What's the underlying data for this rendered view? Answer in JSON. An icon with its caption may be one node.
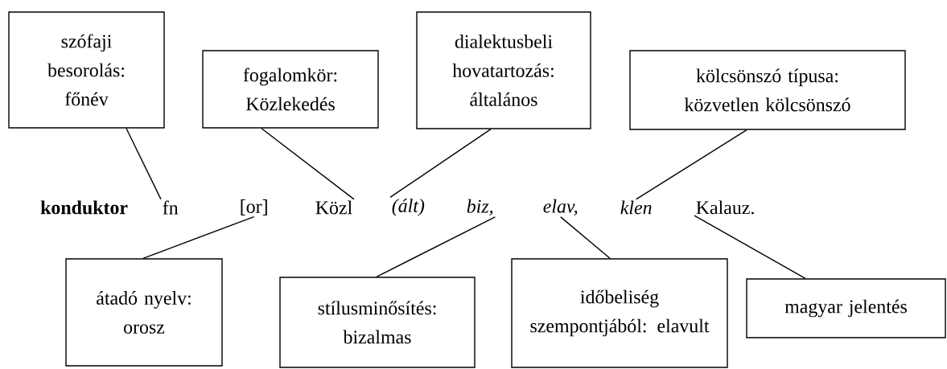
{
  "diagram": {
    "nodes": [
      {
        "text": [
          "szófaji besorolás: főnév"
        ]
      },
      {
        "text": [
          "fogalomkör: Közlekedés"
        ]
      },
      {
        "text": [
          "dialektusbeli hovatartozás: általános"
        ]
      },
      {
        "text": [
          "kölcsönszó típusa: közvetlen kölcsönszó"
        ]
      },
      {
        "text": [
          "fn"
        ]
      },
      {
        "text": [
          "[or]"
        ]
      },
      {
        "text": [
          "Közl"
        ]
      },
      {
        "text": [
          "(ált)"
        ]
      },
      {
        "text": [
          "biz,"
        ]
      },
      {
        "text": [
          "elav,"
        ]
      },
      {
        "text": [
          "klen"
        ]
      },
      {
        "text": [
          "Kalauz."
        ]
      },
      {
        "text": [
          "átadó nyelv: orosz"
        ]
      },
      {
        "text": [
          "stílusminősítés: bizalmas"
        ]
      },
      {
        "text": [
          "időbeliség szempontjából: elavult"
        ]
      },
      {
        "text": [
          "magyar jelentés"
        ]
      }
    ],
    "edges": [
      {
        "from": 0,
        "to": 4,
        "arrow": "none"
      },
      {
        "from": 1,
        "to": 6,
        "arrow": "none"
      },
      {
        "from": 2,
        "to": 7,
        "arrow": "none"
      },
      {
        "from": 3,
        "to": 10,
        "arrow": "none"
      },
      {
        "from": 12,
        "to": 5,
        "arrow": "none"
      },
      {
        "from": 13,
        "to": 8,
        "arrow": "none"
      },
      {
        "from": 14,
        "to": 9,
        "arrow": "none"
      },
      {
        "from": 15,
        "to": 11,
        "arrow": "none"
      }
    ],
    "labels": [
      "konduktor"
    ]
  }
}
